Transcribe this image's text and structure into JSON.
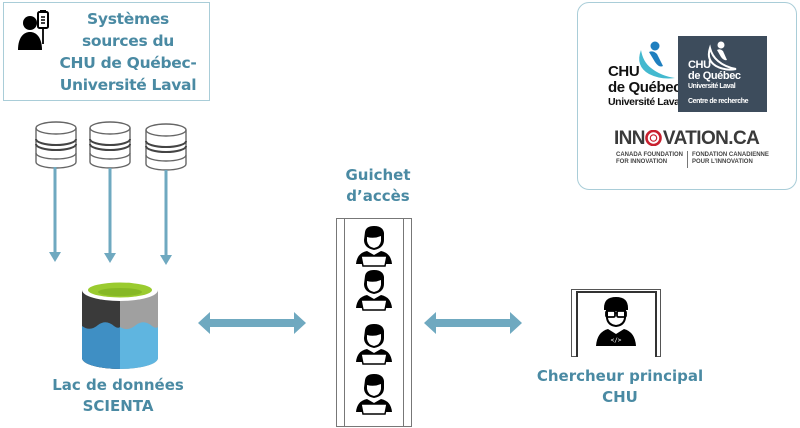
{
  "sources": {
    "title": "Systèmes sources du CHU de Québec-Université Laval",
    "title_lines": [
      "Systèmes",
      "sources du",
      "CHU de Québec-",
      "Université Laval"
    ],
    "icon": "patient-iv-icon",
    "databases": [
      "database-icon",
      "database-icon",
      "database-icon"
    ]
  },
  "lake": {
    "label_lines": [
      "Lac de données",
      "SCIENTA"
    ],
    "icon": "data-lake-icon"
  },
  "guichet": {
    "label_lines": [
      "Guichet",
      "d’accès"
    ],
    "agents": [
      "user-laptop-icon",
      "user-laptop-icon",
      "user-laptop-icon",
      "user-laptop-icon"
    ]
  },
  "chercheur": {
    "label_lines": [
      "Chercheur principal",
      "CHU"
    ],
    "icon": "developer-icon"
  },
  "logos": {
    "chu_left": [
      "CHU",
      "de Québec",
      "Université Laval"
    ],
    "chu_right": [
      "CHU",
      "de Québec",
      "Université Laval",
      "Centre de recherche"
    ],
    "innovation": {
      "wordmark_pre": "INN",
      "wordmark_post": "VATION.CA",
      "en_lines": [
        "CANADA FOUNDATION",
        "FOR INNOVATION"
      ],
      "fr_lines": [
        "FONDATION CANADIENNE",
        "POUR L’INNOVATION"
      ]
    }
  },
  "colors": {
    "accent": "#4a8aa3",
    "arrow": "#6fa9c0",
    "box_border": "#a9cdd8",
    "chu_dark": "#3d4c5c",
    "lake_green": "#9acb2f",
    "lake_blue": "#4aa3d4",
    "innovation_red": "#c8202e"
  }
}
